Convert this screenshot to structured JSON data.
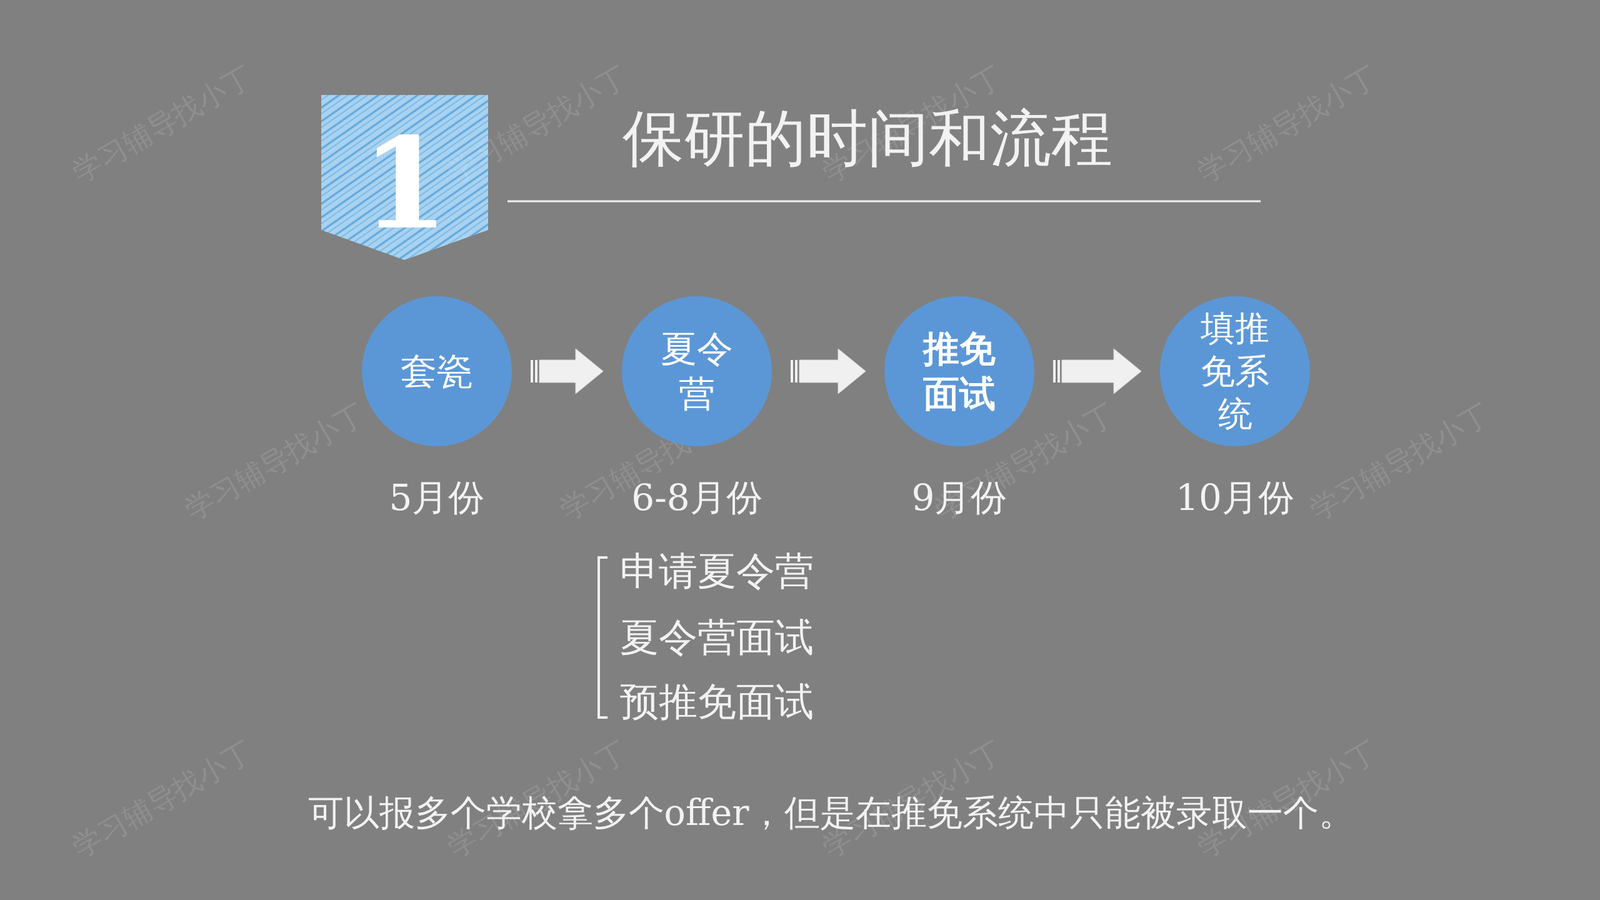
{
  "diagram": {
    "title": "保研的时间和流程",
    "nodes": [
      {
        "text": [
          "套瓷"
        ]
      },
      {
        "text": [
          "夏令营"
        ]
      },
      {
        "text": [
          "推免面试"
        ]
      },
      {
        "text": [
          "填推免系统"
        ]
      }
    ],
    "edges": [
      {
        "from": 0,
        "to": 1,
        "arrow": "to"
      },
      {
        "from": 1,
        "to": 2,
        "arrow": "to"
      },
      {
        "from": 2,
        "to": 3,
        "arrow": "to"
      }
    ],
    "labels": [
      "1",
      "5月份",
      "6-8月份",
      "9月份",
      "10月份",
      "申请夏令营",
      "夏令营面试",
      "预推免面试",
      "可以报多个学校拿多个offer，但是在推免系统中只能被录取一个。",
      "学习辅导找小丁",
      "学习辅导找小丁",
      "学习辅导找小丁",
      "学习辅导找小丁",
      "学习辅导找小丁",
      "学习辅导找小丁",
      "学习辅导找小丁",
      "学习辅导找小丁",
      "学习辅导找小丁",
      "学习辅导找小丁",
      "学习辅导找小丁",
      "学习辅导找小丁"
    ]
  }
}
